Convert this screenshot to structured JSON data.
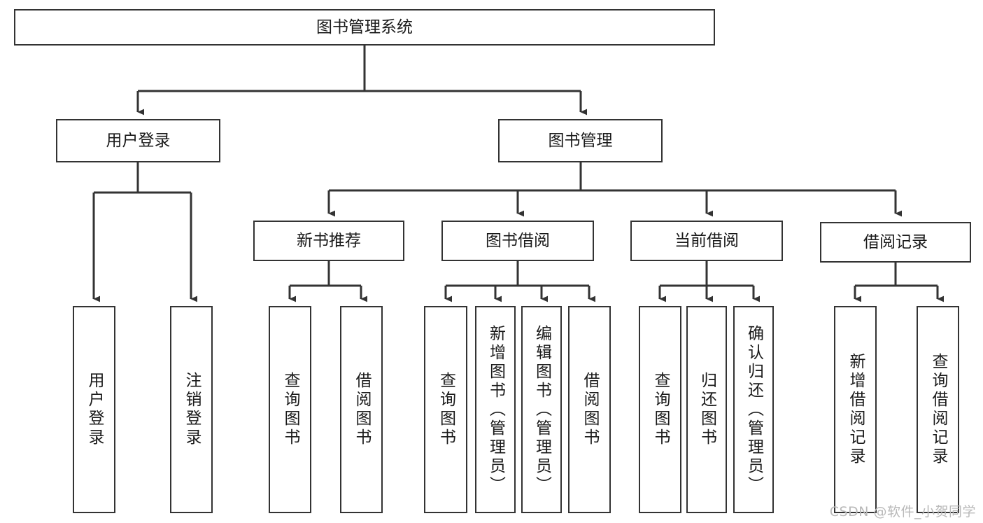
{
  "diagram": {
    "title": "图书管理系统",
    "type": "tree",
    "watermark": "CSDN @软件_小贺同学",
    "colors": {
      "node_border": "#333333",
      "node_fill": "#ffffff",
      "edge": "#333333",
      "text": "#1a1a1a",
      "watermark": "#b9b9b9",
      "background": "#ffffff"
    },
    "root": {
      "label": "图书管理系统"
    },
    "level2": [
      {
        "label": "用户登录"
      },
      {
        "label": "图书管理"
      }
    ],
    "level3": [
      {
        "label": "新书推荐"
      },
      {
        "label": "图书借阅"
      },
      {
        "label": "当前借阅"
      },
      {
        "label": "借阅记录"
      }
    ],
    "leaves": {
      "user_login": [
        {
          "label": "用户登录"
        },
        {
          "label": "注销登录"
        }
      ],
      "new_book_recommend": [
        {
          "label": "查询图书"
        },
        {
          "label": "借阅图书"
        }
      ],
      "book_borrow": [
        {
          "label": "查询图书"
        },
        {
          "label": "新增图书（管理员）"
        },
        {
          "label": "编辑图书（管理员）"
        },
        {
          "label": "借阅图书"
        }
      ],
      "current_borrow": [
        {
          "label": "查询图书"
        },
        {
          "label": "归还图书"
        },
        {
          "label": "确认归还（管理员）"
        }
      ],
      "borrow_record": [
        {
          "label": "新增借阅记录"
        },
        {
          "label": "查询借阅记录"
        }
      ]
    }
  }
}
